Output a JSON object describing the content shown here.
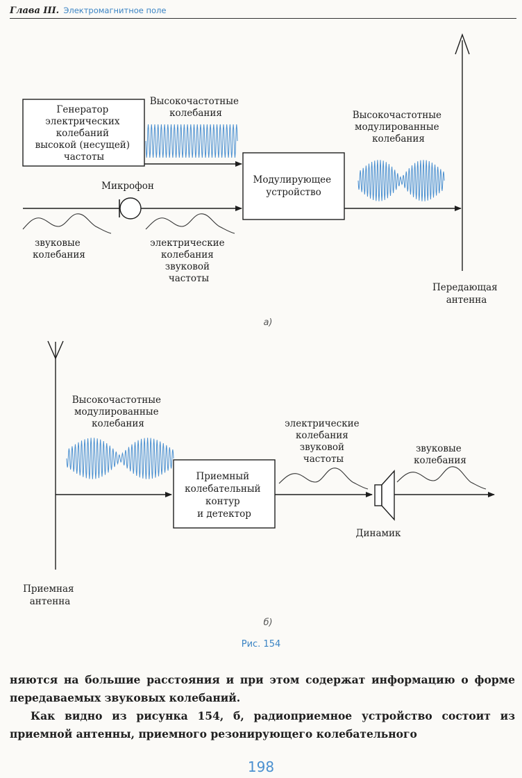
{
  "header": {
    "chapter": "Глава III.",
    "topic": "Электромагнитное поле"
  },
  "figure_a": {
    "generator": [
      "Генератор",
      "электрических",
      "колебаний",
      "высокой (несущей)",
      "частоты"
    ],
    "hf_label": [
      "Высокочастотные",
      "колебания"
    ],
    "modulated_label": [
      "Высокочастотные",
      "модулированные",
      "колебания"
    ],
    "modulator": [
      "Модулирующее",
      "устройство"
    ],
    "microphone": "Микрофон",
    "sound_label": [
      "звуковые",
      "колебания"
    ],
    "electric_label": [
      "электрические",
      "колебания",
      "звуковой",
      "частоты"
    ],
    "antenna": [
      "Передающая",
      "антенна"
    ],
    "marker": "а)"
  },
  "figure_b": {
    "modulated_label": [
      "Высокочастотные",
      "модулированные",
      "колебания"
    ],
    "receiver": [
      "Приемный",
      "колебательный",
      "контур",
      "и детектор"
    ],
    "electric_label": [
      "электрические",
      "колебания",
      "звуковой",
      "частоты"
    ],
    "sound_label": [
      "звуковые",
      "колебания"
    ],
    "speaker": "Динамик",
    "antenna": [
      "Приемная",
      "антенна"
    ],
    "marker": "б)"
  },
  "caption": "Рис. 154",
  "text": {
    "p1": "няются на большие расстояния и при этом содержат информацию о форме передаваемых звуковых колебаний.",
    "p2": "Как видно из рисунка 154, б, радиоприемное устройство состоит из приемной антенны, приемного резонирующего колебательного"
  },
  "page_number": "198",
  "colors": {
    "accent": "#3b84c4",
    "wave": "#4a8fd0"
  }
}
